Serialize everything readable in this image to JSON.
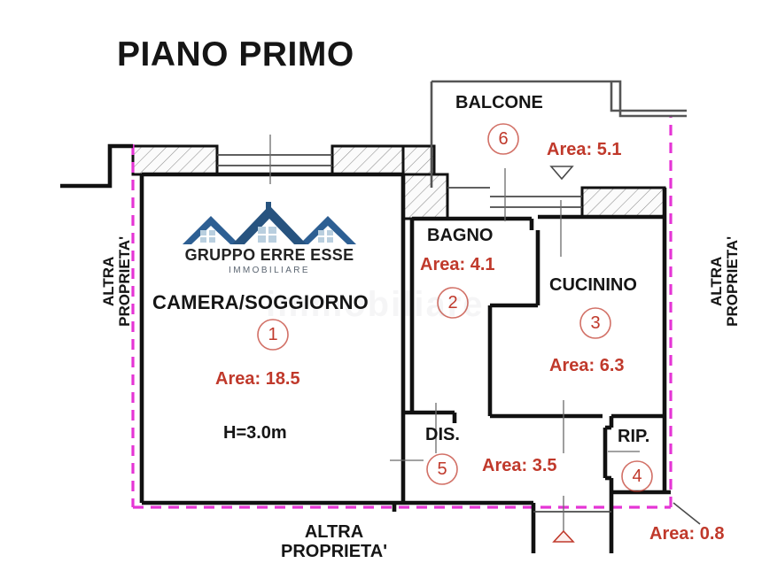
{
  "title": "PIANO PRIMO",
  "logo": {
    "name": "GRUPPO ERRE ESSE",
    "subtitle": "IMMOBILIARE",
    "roof_color": "#2d5f93",
    "window_color": "#b9cfdf"
  },
  "watermark": "immobiliare",
  "colors": {
    "area_red": "#c0392b",
    "boundary_magenta": "#e535d5",
    "wall_black": "#111111",
    "hatch_gray": "#8c8c8c",
    "text_black": "#151515"
  },
  "rooms": [
    {
      "id": 1,
      "marker": "1",
      "name": "CAMERA/SOGGIORNO",
      "area_label": "Area: 18.5",
      "area": 18.5,
      "height_label": "H=3.0m"
    },
    {
      "id": 2,
      "marker": "2",
      "name": "BAGNO",
      "area_label": "Area: 4.1",
      "area": 4.1
    },
    {
      "id": 3,
      "marker": "3",
      "name": "CUCININO",
      "area_label": "Area: 6.3",
      "area": 6.3
    },
    {
      "id": 4,
      "marker": "4",
      "name": "RIP.",
      "area_label": "Area: 0.8",
      "area": 0.8
    },
    {
      "id": 5,
      "marker": "5",
      "name": "DIS.",
      "area_label": "Area: 3.5",
      "area": 3.5
    },
    {
      "id": 6,
      "marker": "6",
      "name": "BALCONE",
      "area_label": "Area: 5.1",
      "area": 5.1
    }
  ],
  "annotations": {
    "neighbour_left": "ALTRA\nPROPRIETA'",
    "neighbour_right": "ALTRA\nPROPRIETA'",
    "neighbour_bottom": "ALTRA\nPROPRIETA'"
  }
}
